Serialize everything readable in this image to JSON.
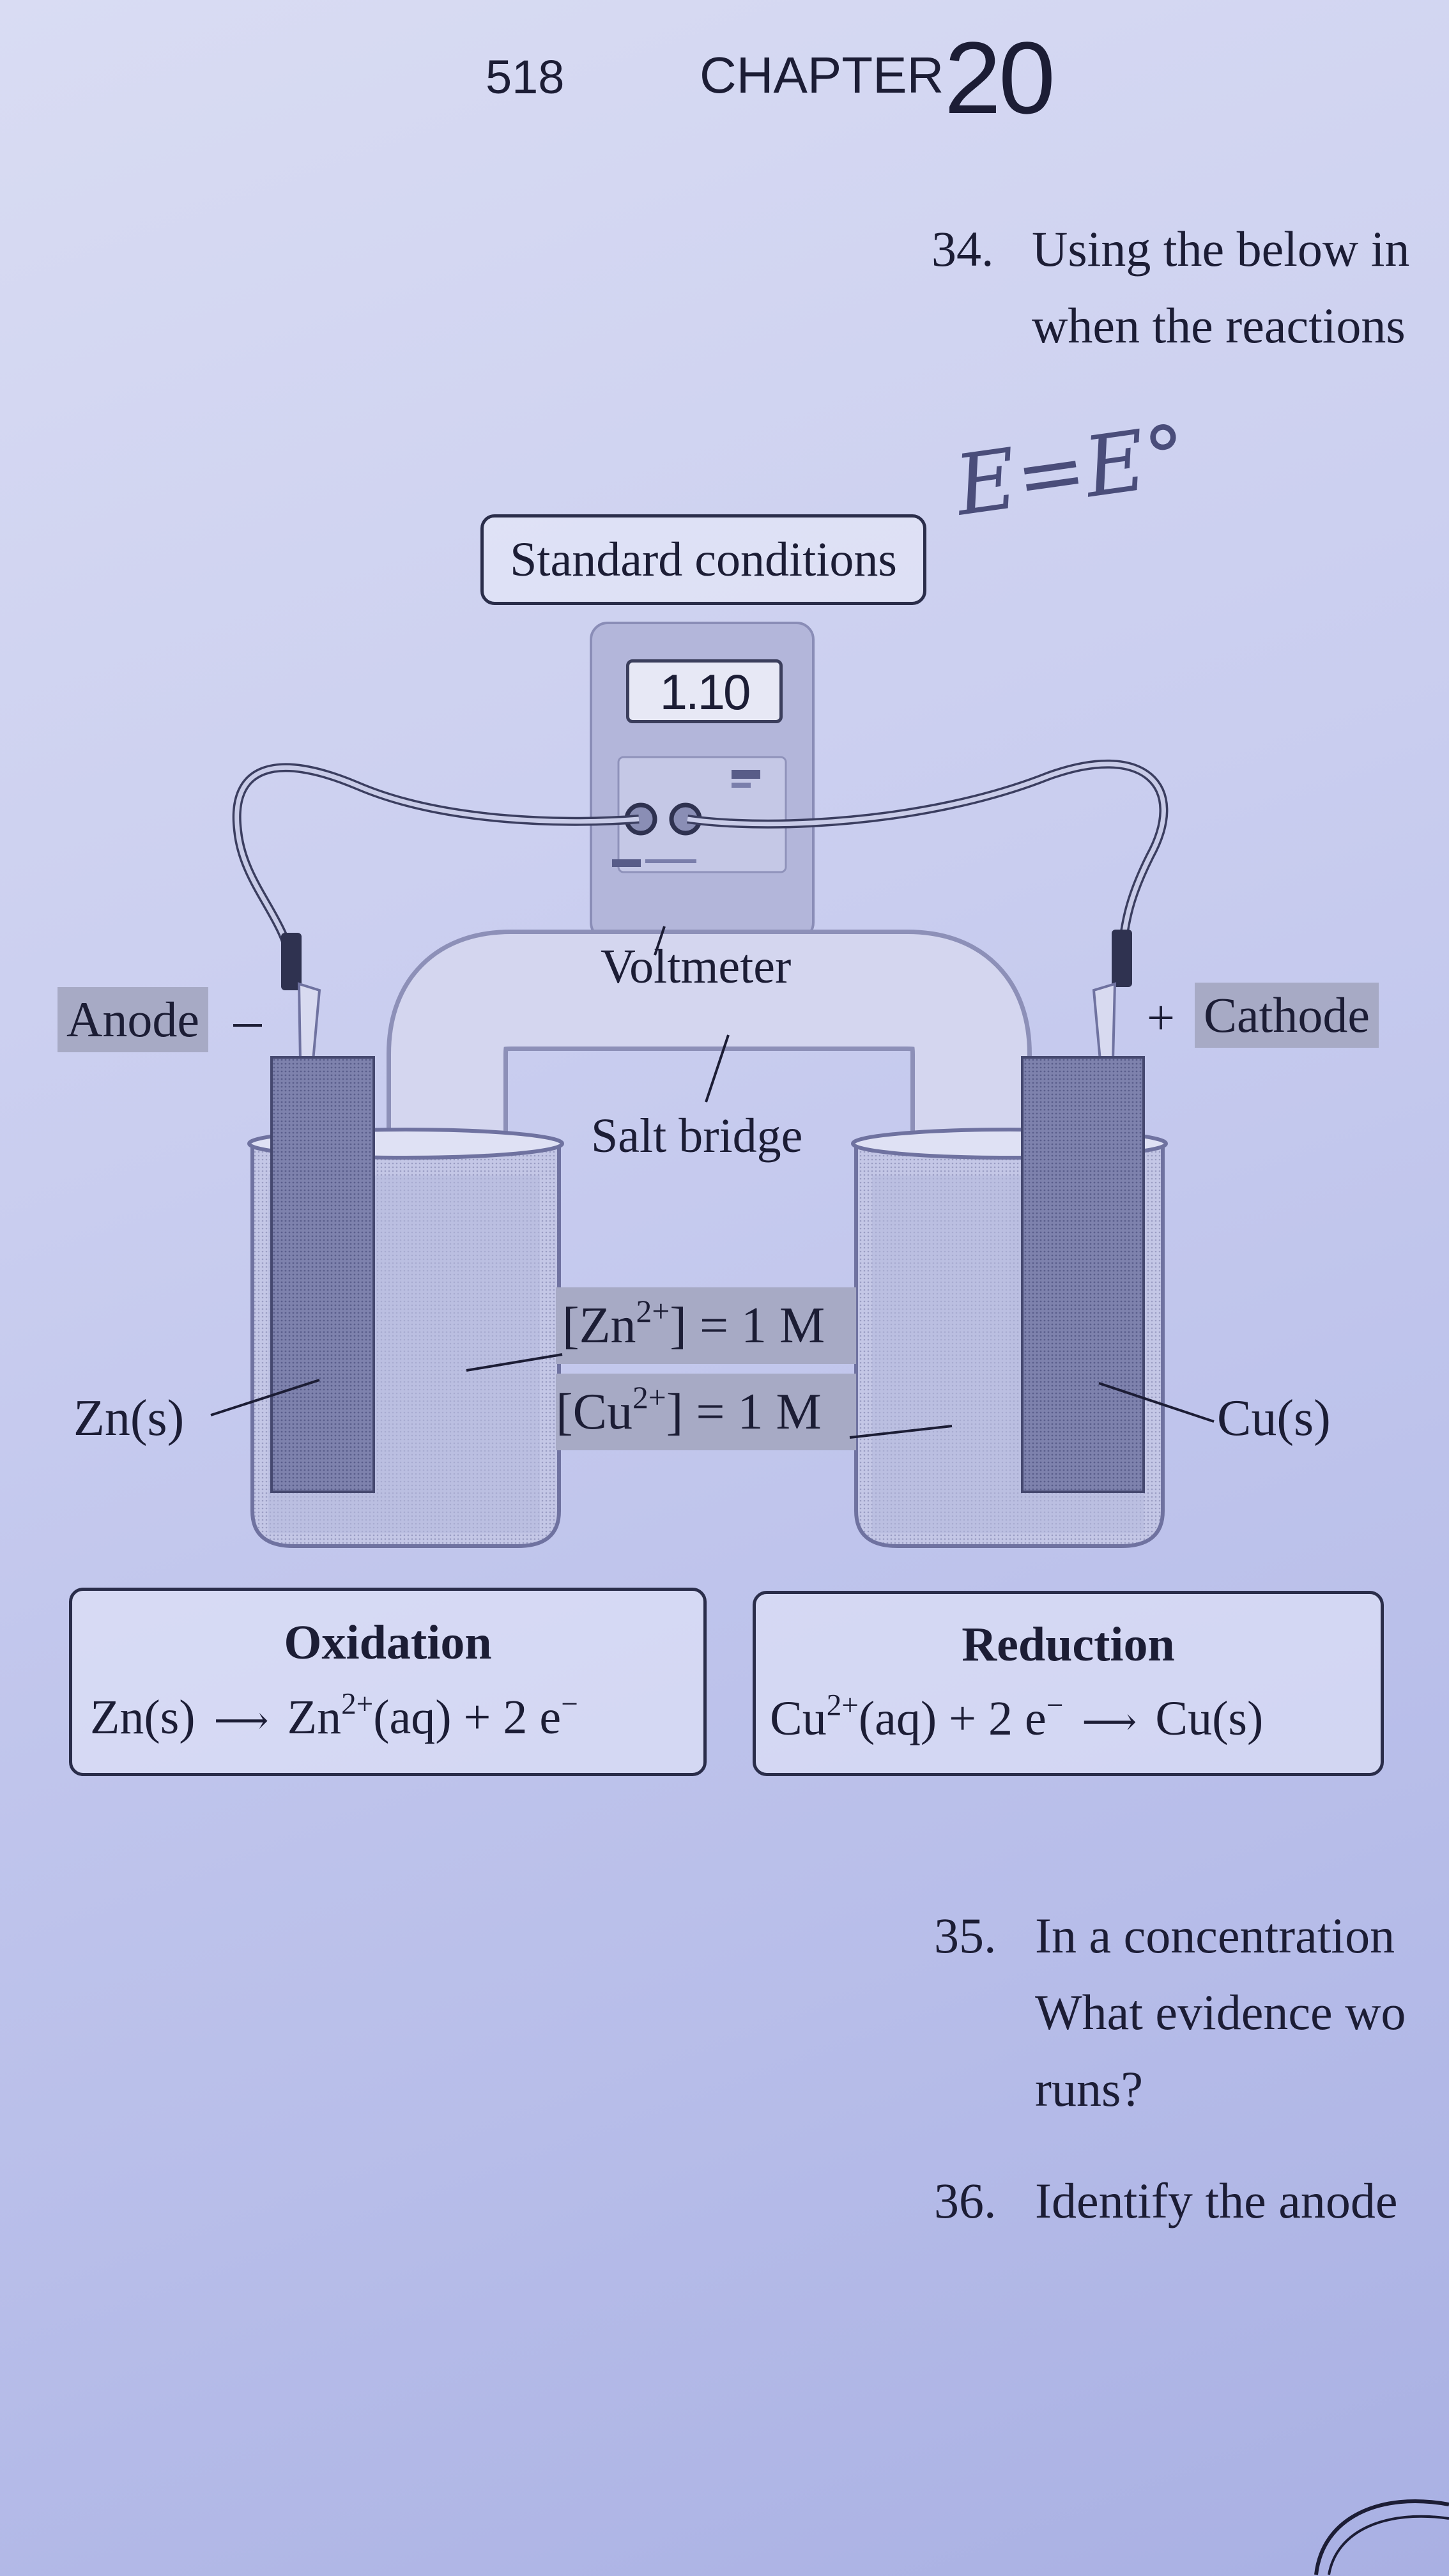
{
  "header": {
    "page_number": "518",
    "chapter_label": "CHAPTER",
    "chapter_number": "20"
  },
  "questions": {
    "q34": {
      "number": "34.",
      "line1": "Using the below in",
      "line2": "when the reactions"
    },
    "q35": {
      "number": "35.",
      "line1": "In a concentration",
      "line2": "What evidence wo",
      "line3": "runs?"
    },
    "q36": {
      "number": "36.",
      "line1": "Identify the anode"
    }
  },
  "handwriting": {
    "text": "E=E°"
  },
  "figure": {
    "conditions_label": "Standard conditions",
    "voltmeter_reading": "1.10",
    "voltmeter_label": "Voltmeter",
    "salt_bridge_label": "Salt bridge",
    "anode_label": "Anode",
    "anode_sign": "−",
    "cathode_sign": "+",
    "cathode_label": "Cathode",
    "zn_electrode_label": "Zn(s)",
    "cu_electrode_label": "Cu(s)",
    "zn_concentration": {
      "prefix": "[Zn",
      "charge": "2+",
      "suffix": "] = 1 M"
    },
    "cu_concentration": {
      "prefix": "[Cu",
      "charge": "2+",
      "suffix": "] = 1 M"
    }
  },
  "oxidation": {
    "title": "Oxidation",
    "left": "Zn(s)",
    "right_species": "Zn",
    "right_charge": "2+",
    "right_rest": "(aq) + 2 e",
    "electron_charge": "−"
  },
  "reduction": {
    "title": "Reduction",
    "left_species": "Cu",
    "left_charge": "2+",
    "left_rest": "(aq) + 2 e",
    "electron_charge": "−",
    "right": "Cu(s)"
  },
  "colors": {
    "ink": "#1c1d35",
    "paper": "#c9cdef",
    "label_grey": "#a7aac5"
  }
}
